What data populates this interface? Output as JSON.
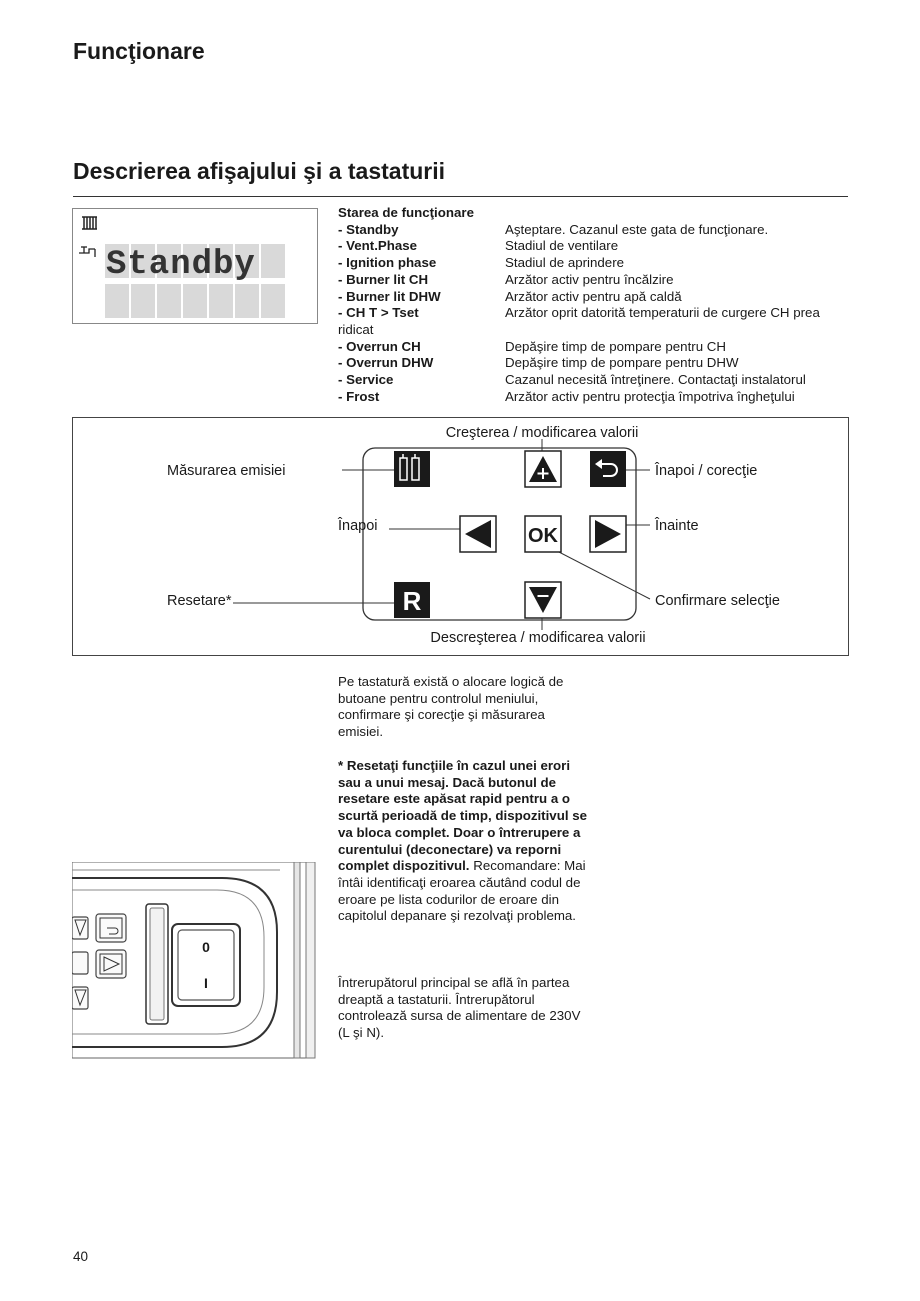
{
  "header": {
    "title": "Funcţionare"
  },
  "section": {
    "title": "Descrierea afişajului şi a tastaturii"
  },
  "lcd": {
    "text": "Standby"
  },
  "status": {
    "title": "Starea de funcţionare",
    "items": [
      {
        "key": "- Standby",
        "desc": "Aşteptare. Cazanul este gata de funcţionare."
      },
      {
        "key": "- Vent.Phase",
        "desc": "Stadiul de ventilare"
      },
      {
        "key": "- Ignition phase",
        "desc": "Stadiul de aprindere"
      },
      {
        "key": "- Burner lit CH",
        "desc": "Arzător activ pentru încălzire"
      },
      {
        "key": "- Burner lit DHW",
        "desc": "Arzător activ pentru apă caldă"
      },
      {
        "key": "- CH T > Tset",
        "desc": "Arzător oprit datorită temperaturii de curgere CH prea"
      },
      {
        "key": "- Overrun CH",
        "desc": "Depăşire timp de pompare pentru CH"
      },
      {
        "key": "- Overrun DHW",
        "desc": "Depăşire timp de pompare pentru DHW"
      },
      {
        "key": "- Service",
        "desc": "Cazanul necesită întreţinere. Contactaţi instalatorul"
      },
      {
        "key": "- Frost",
        "desc": "Arzător activ pentru protecţia împotriva îngheţului"
      }
    ],
    "continuation": "ridicat"
  },
  "keypad": {
    "label_up": "Creşterea / modificarea valorii",
    "label_down": "Descreşterea / modificarea valorii",
    "label_emissions": "Măsurarea emisiei",
    "label_back_correct": "Înapoi / corecţie",
    "label_back": "Înapoi",
    "label_forward": "Înainte",
    "label_reset": "Resetare*",
    "label_confirm": "Confirmare selecţie",
    "ok_text": "OK",
    "reset_text": "R"
  },
  "body": {
    "p1": "Pe tastatură există o alocare logică de butoane pentru controlul meniului, confirmare şi corecţie şi măsurarea emisiei.",
    "p2_bold": "* Resetaţi funcţiile în cazul unei erori sau a unui mesaj. Dacă butonul de resetare este apăsat rapid pentru a o scurtă perioadă de timp, dispozitivul se va bloca complet. Doar o întrerupere a curentului (deconectare) va reporni complet dispozitivul.",
    "p2_rest": " Recomandare: Mai întâi identificaţi eroarea căutând codul de eroare pe lista codurilor de eroare din capitolul depanare şi rezolvaţi problema.",
    "p3": "Întrerupătorul principal se află în partea dreaptă a tastaturii. Întrerupătorul controlează sursa de alimentare de 230V (L şi N)."
  },
  "switch": {
    "on_label": "0",
    "off_label": "I"
  },
  "page_number": "40"
}
